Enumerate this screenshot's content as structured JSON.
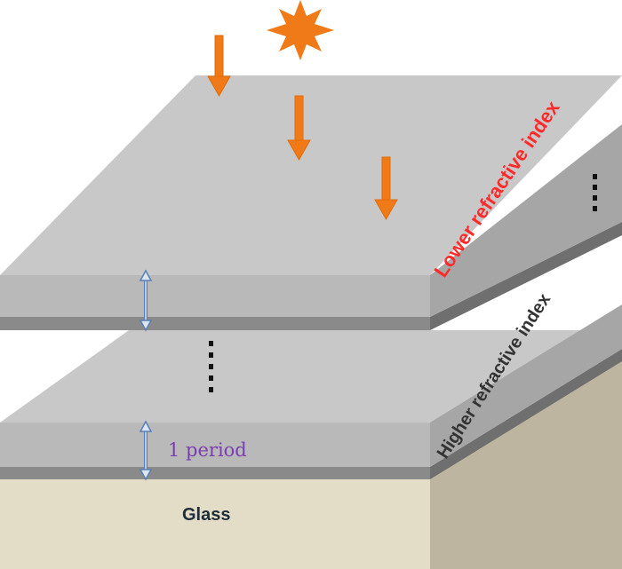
{
  "labels": {
    "lower_index": "Lower refractive index",
    "higher_index": "Higher refractive index",
    "period": "1 period",
    "substrate": "Glass"
  },
  "colors": {
    "layer_top": "#c8c8c8",
    "layer_front": "#b9b9b9",
    "layer_side": "#a6a6a6",
    "thin_layer": "#8a8a8a",
    "glass_top": "#c4c4c4",
    "glass_front": "#e3ddc8",
    "glass_side": "#bdb5a0",
    "light": "#f07a18",
    "period_arrow": "#5b7fb5",
    "lower_label": "#ff2a2a",
    "higher_label": "#333333",
    "period_label": "#7a3db0",
    "substrate_label": "#1f2d3a"
  },
  "icons": {
    "sun": "sun-icon",
    "incident_light": "down-arrow-icon",
    "period_marker": "double-arrow-icon",
    "continuation": "ellipsis-icon"
  }
}
